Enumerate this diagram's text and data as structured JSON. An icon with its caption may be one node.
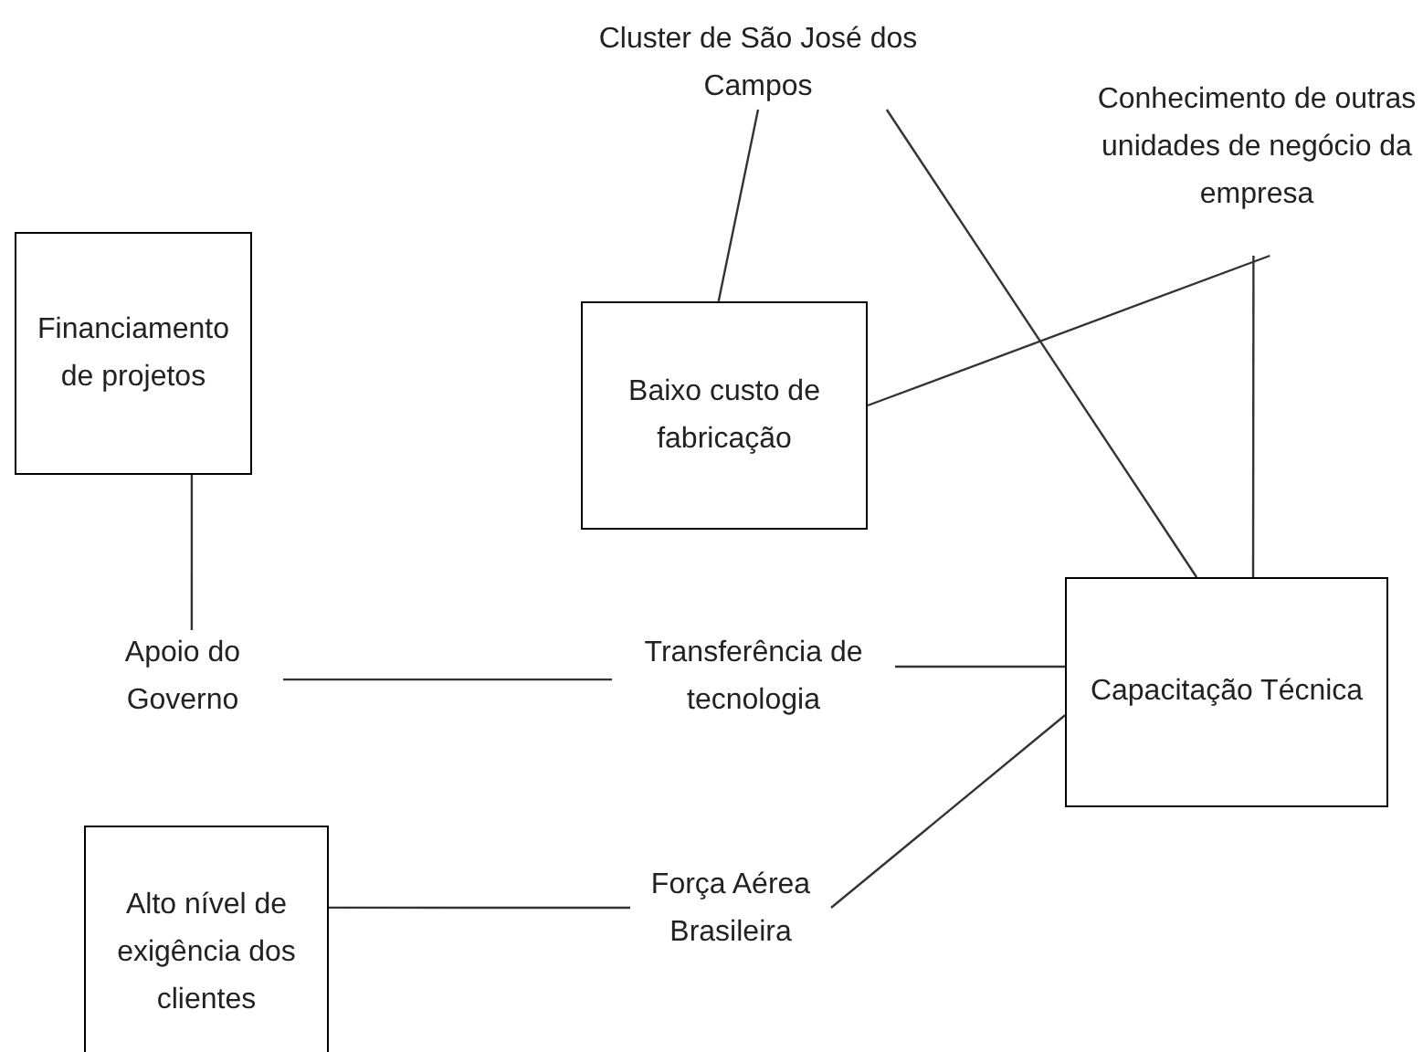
{
  "diagram": {
    "nodes": [
      {
        "text": [
          "Cluster de São José dos Campos"
        ]
      },
      {
        "text": [
          "Conhecimento de outras unidades de negócio da empresa"
        ]
      },
      {
        "text": [
          "Financiamento de projetos"
        ]
      },
      {
        "text": [
          "Baixo custo de fabricação"
        ]
      },
      {
        "text": [
          "Apoio do Governo"
        ]
      },
      {
        "text": [
          "Transferência de tecnologia"
        ]
      },
      {
        "text": [
          "Capacitação Técnica"
        ]
      },
      {
        "text": [
          "Alto nível de exigência dos clientes"
        ]
      },
      {
        "text": [
          "Força Aérea Brasileira"
        ]
      }
    ],
    "edges": [
      {
        "from": 0,
        "to": 3,
        "arrow": "none"
      },
      {
        "from": 0,
        "to": 6,
        "arrow": "none"
      },
      {
        "from": 1,
        "to": 3,
        "arrow": "none"
      },
      {
        "from": 1,
        "to": 6,
        "arrow": "none"
      },
      {
        "from": 2,
        "to": 4,
        "arrow": "none"
      },
      {
        "from": 4,
        "to": 5,
        "arrow": "none"
      },
      {
        "from": 5,
        "to": 6,
        "arrow": "none"
      },
      {
        "from": 7,
        "to": 8,
        "arrow": "none"
      },
      {
        "from": 8,
        "to": 6,
        "arrow": "none"
      }
    ]
  }
}
